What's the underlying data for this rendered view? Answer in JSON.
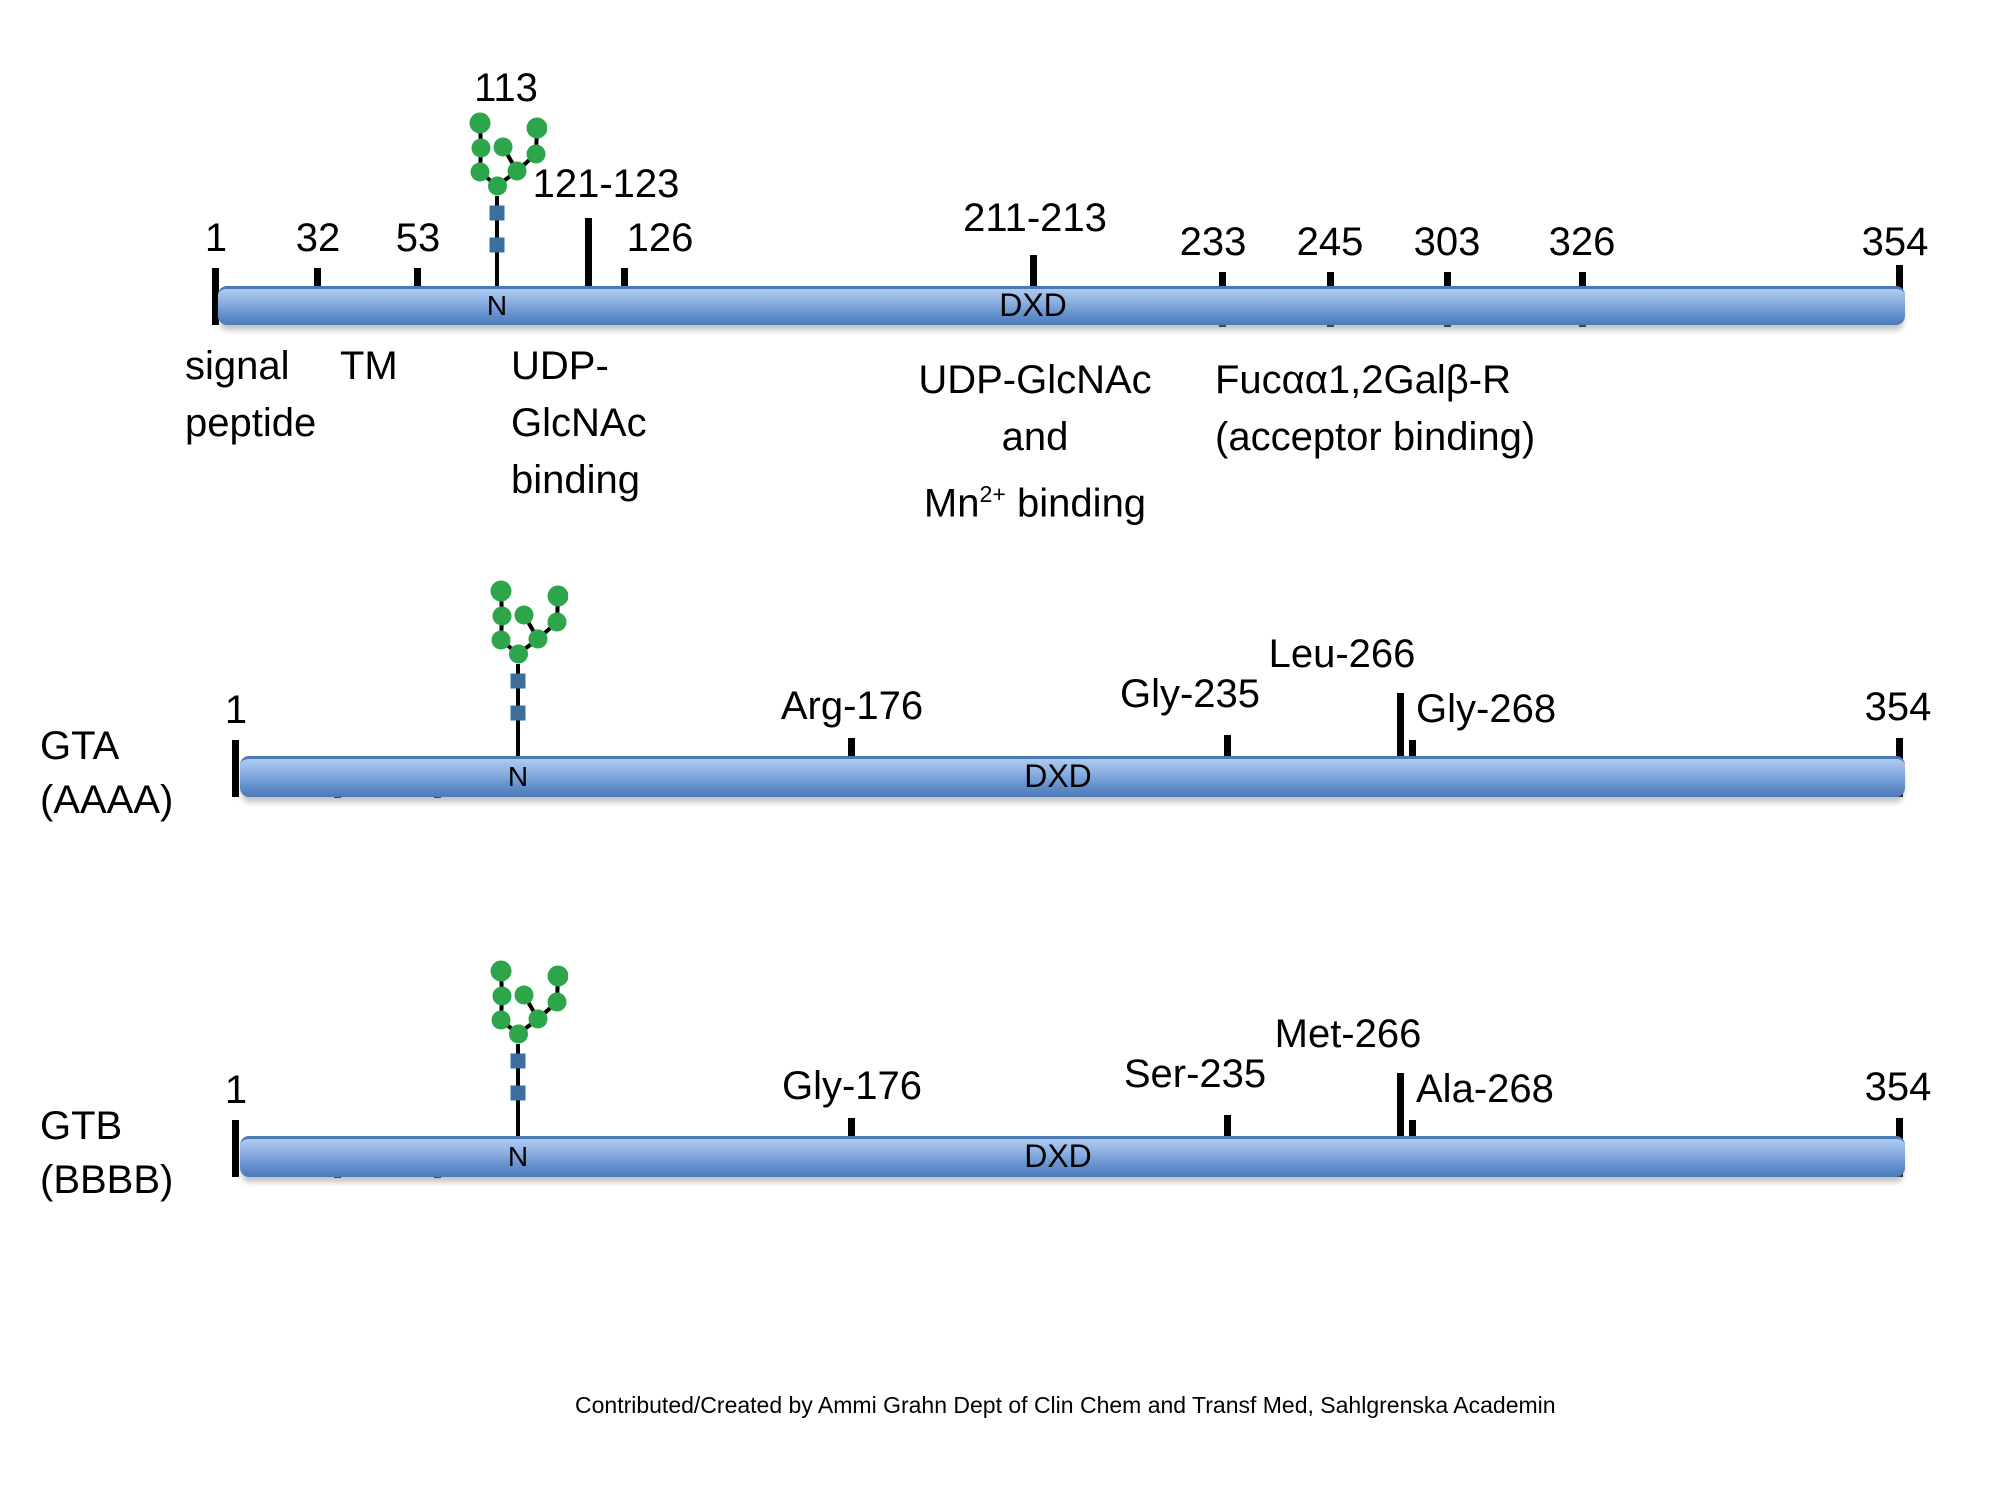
{
  "caption": "Contributed/Created by Ammi Grahn Dept of Clin Chem and Transf Med, Sahlgrenska Academin",
  "colors": {
    "bar_fill_top": "#AECBF0",
    "bar_fill_bottom": "#4B7ABA",
    "bar_border": "#4C79B4",
    "glycan_circle": "#2CA54B",
    "glycan_square": "#3C6E9F",
    "tick": "#000000"
  },
  "top_bar": {
    "positions": {
      "p1": "1",
      "p32": "32",
      "p53": "53",
      "p113": "113",
      "p121_123": "121-123",
      "p126": "126",
      "p211_213": "211-213",
      "p233": "233",
      "p245": "245",
      "p303": "303",
      "p326": "326",
      "p354": "354"
    },
    "n_site": "N",
    "dxd": "DXD",
    "regions": {
      "signal_peptide": "signal peptide",
      "tm": "TM",
      "udp_glcnac_binding": "UDP-GlcNAc binding",
      "udp_mn_line1": "UDP-GlcNAc",
      "udp_mn_line2": "and",
      "udp_mn_line3a": "Mn",
      "udp_mn_line3_sup": "2+",
      "udp_mn_line3b": " binding",
      "acceptor_line1": "Fucαα1,2Galβ-R",
      "acceptor_line2": "(acceptor binding)"
    }
  },
  "gta": {
    "name": "GTA",
    "allele": "(AAAA)",
    "start": "1",
    "end": "354",
    "n_site": "N",
    "dxd": "DXD",
    "res176": "Arg-176",
    "res235": "Gly-235",
    "res266": "Leu-266",
    "res268": "Gly-268"
  },
  "gtb": {
    "name": "GTB",
    "allele": "(BBBB)",
    "start": "1",
    "end": "354",
    "n_site": "N",
    "dxd": "DXD",
    "res176": "Gly-176",
    "res235": "Ser-235",
    "res266": "Met-266",
    "res268": "Ala-268"
  }
}
